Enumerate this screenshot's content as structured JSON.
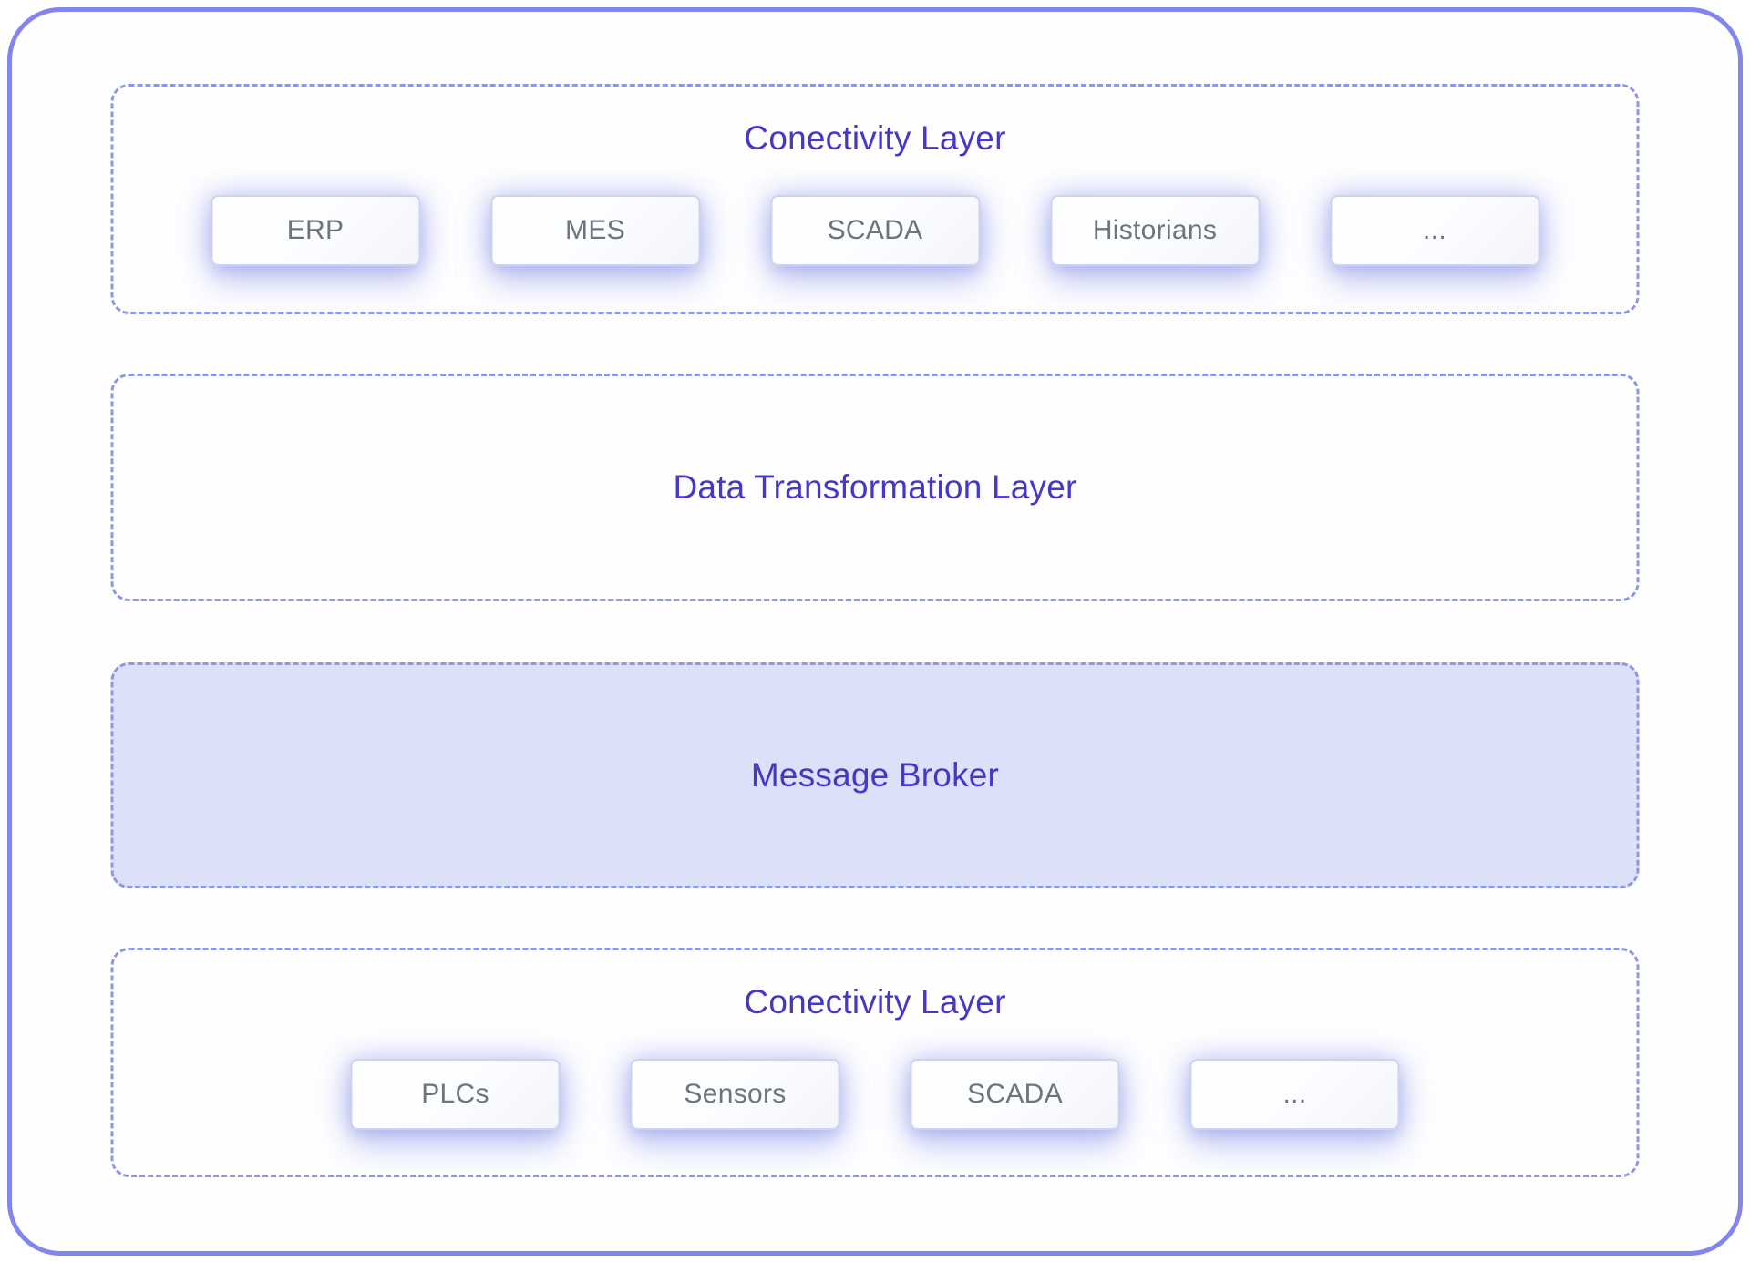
{
  "theme": {
    "accent_text": "#4538c6",
    "dashed_border": "#8e98e2",
    "outer_border": "#8285ec",
    "broker_fill": "#dce0f8",
    "chip_border": "#cdd2ef",
    "chip_text": "#6e747e",
    "page_bg": "#ffffff"
  },
  "layers": [
    {
      "title": "Conectivity Layer",
      "items": [
        "ERP",
        "MES",
        "SCADA",
        "Historians",
        "..."
      ]
    },
    {
      "title": "Data Transformation Layer",
      "items": []
    },
    {
      "title": "Message Broker",
      "items": []
    },
    {
      "title": "Conectivity Layer",
      "items": [
        "PLCs",
        "Sensors",
        "SCADA",
        "..."
      ]
    }
  ]
}
